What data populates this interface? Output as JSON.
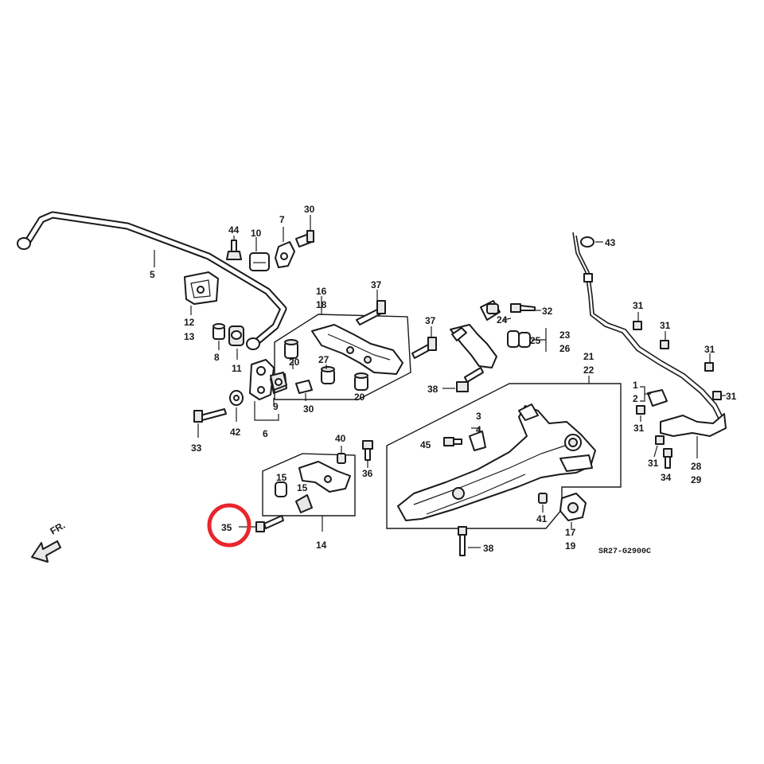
{
  "diagram": {
    "callouts": {
      "c1": "1",
      "c2": "2",
      "c3": "3",
      "c4": "4",
      "c5": "5",
      "c6": "6",
      "c7": "7",
      "c8": "8",
      "c9": "9",
      "c10": "10",
      "c11": "11",
      "c12": "12",
      "c13": "13",
      "c14": "14",
      "c15a": "15",
      "c15b": "15",
      "c16": "16",
      "c17": "17",
      "c18": "18",
      "c19": "19",
      "c20a": "20",
      "c20b": "20",
      "c21": "21",
      "c22": "22",
      "c23": "23",
      "c24": "24",
      "c25": "25",
      "c26": "26",
      "c27": "27",
      "c28": "28",
      "c29": "29",
      "c30a": "30",
      "c30b": "30",
      "c31a": "31",
      "c31b": "31",
      "c31c": "31",
      "c31d": "31",
      "c31e": "31",
      "c31f": "31",
      "c32": "32",
      "c33": "33",
      "c34": "34",
      "c35": "35",
      "c36": "36",
      "c37a": "37",
      "c37b": "37",
      "c38a": "38",
      "c38b": "38",
      "c40": "40",
      "c41": "41",
      "c42": "42",
      "c43": "43",
      "c44": "44",
      "c45": "45"
    },
    "direction_label": "FR.",
    "reference_code": "SR27-G2900C",
    "highlight": {
      "part": "35",
      "color": "#e8262d"
    }
  }
}
